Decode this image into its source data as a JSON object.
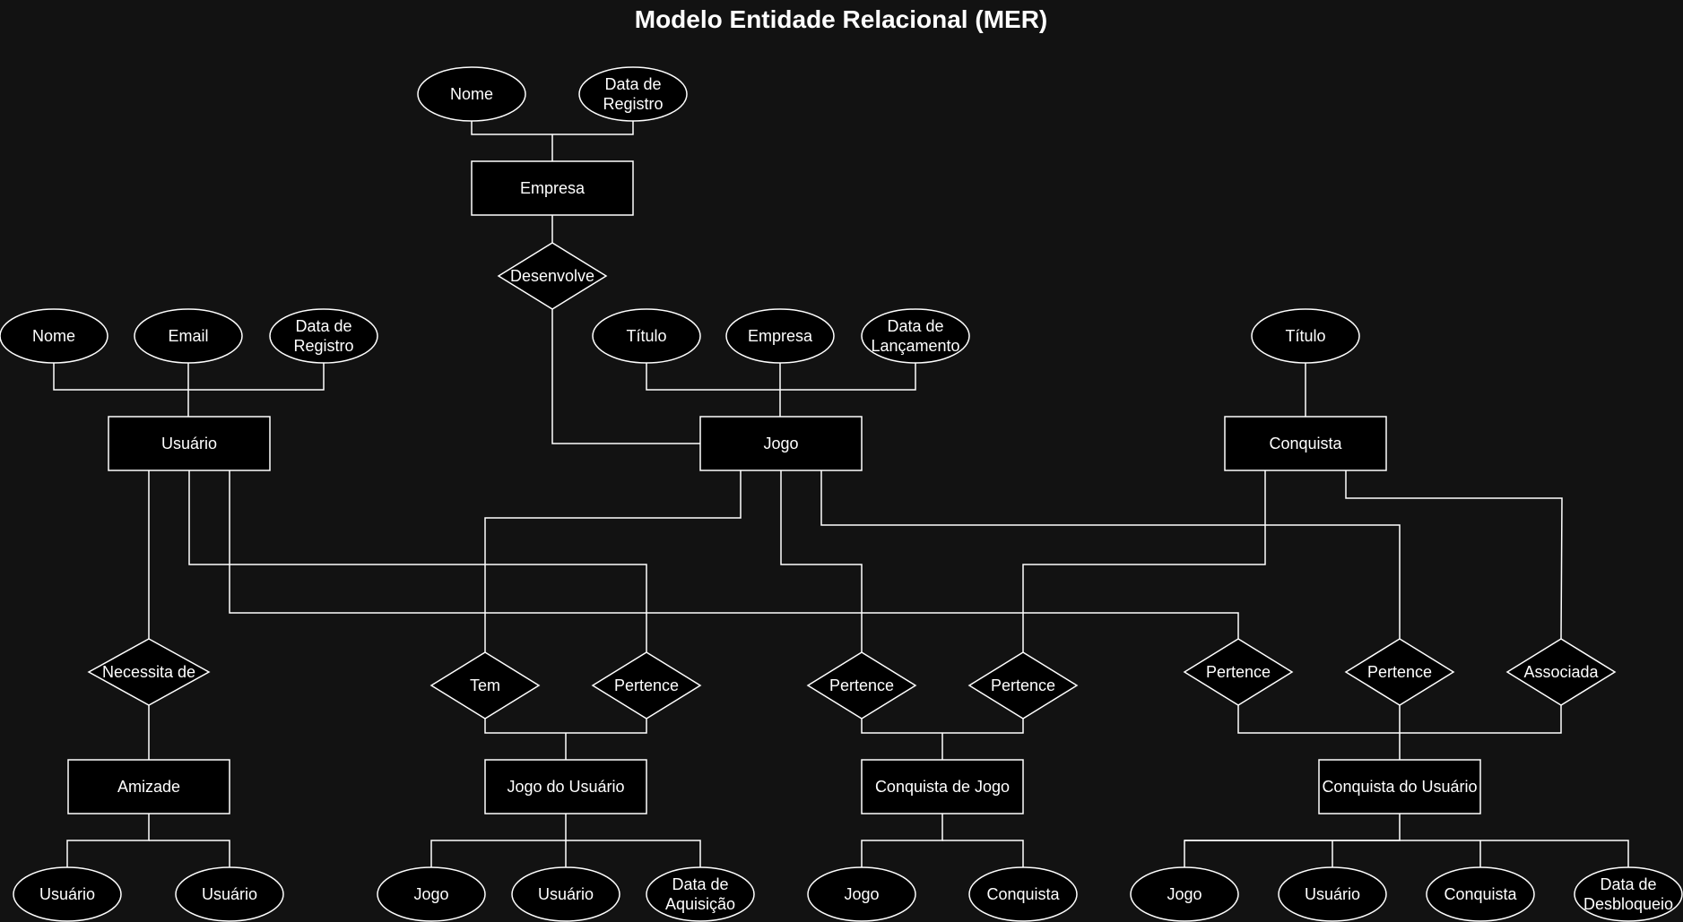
{
  "title": "Modelo Entidade Relacional (MER)",
  "entities": {
    "empresa": "Empresa",
    "usuario": "Usuário",
    "jogo": "Jogo",
    "conquista": "Conquista",
    "amizade": "Amizade",
    "jogo_usuario": "Jogo do Usuário",
    "conquista_jogo": "Conquista de Jogo",
    "conquista_usuario": "Conquista do Usuário"
  },
  "relationships": {
    "desenvolve": "Desenvolve",
    "necessita": "Necessita de",
    "tem": "Tem",
    "pertence_ju": "Pertence",
    "pertence_cj_jogo": "Pertence",
    "pertence_cj_conq": "Pertence",
    "pertence_cu_usuario": "Pertence",
    "pertence_cu_jogo": "Pertence",
    "associada": "Associada"
  },
  "attributes": {
    "empresa_nome": "Nome",
    "empresa_data": [
      "Data de",
      "Registro"
    ],
    "usuario_nome": "Nome",
    "usuario_email": "Email",
    "usuario_data": [
      "Data de",
      "Registro"
    ],
    "jogo_titulo": "Título",
    "jogo_empresa": "Empresa",
    "jogo_data": [
      "Data de",
      "Lançamento"
    ],
    "conquista_titulo": "Título",
    "amizade_u1": "Usuário",
    "amizade_u2": "Usuário",
    "ju_jogo": "Jogo",
    "ju_usuario": "Usuário",
    "ju_data": [
      "Data de",
      "Aquisição"
    ],
    "cj_jogo": "Jogo",
    "cj_conquista": "Conquista",
    "cu_jogo": "Jogo",
    "cu_usuario": "Usuário",
    "cu_conquista": "Conquista",
    "cu_data": [
      "Data de",
      "Desbloqueio"
    ]
  },
  "colors": {
    "background": "#121212",
    "shape_fill": "#000000",
    "stroke": "#ffffff",
    "text": "#ffffff"
  }
}
